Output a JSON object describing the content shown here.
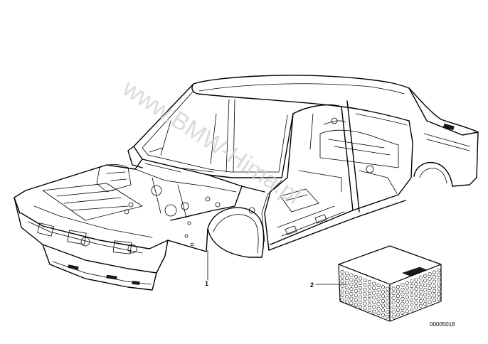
{
  "diagram": {
    "callouts": [
      {
        "label": "1"
      },
      {
        "label": "2"
      }
    ],
    "reference_number": "00005018",
    "watermark": "www.BMW-Hima.pl"
  }
}
